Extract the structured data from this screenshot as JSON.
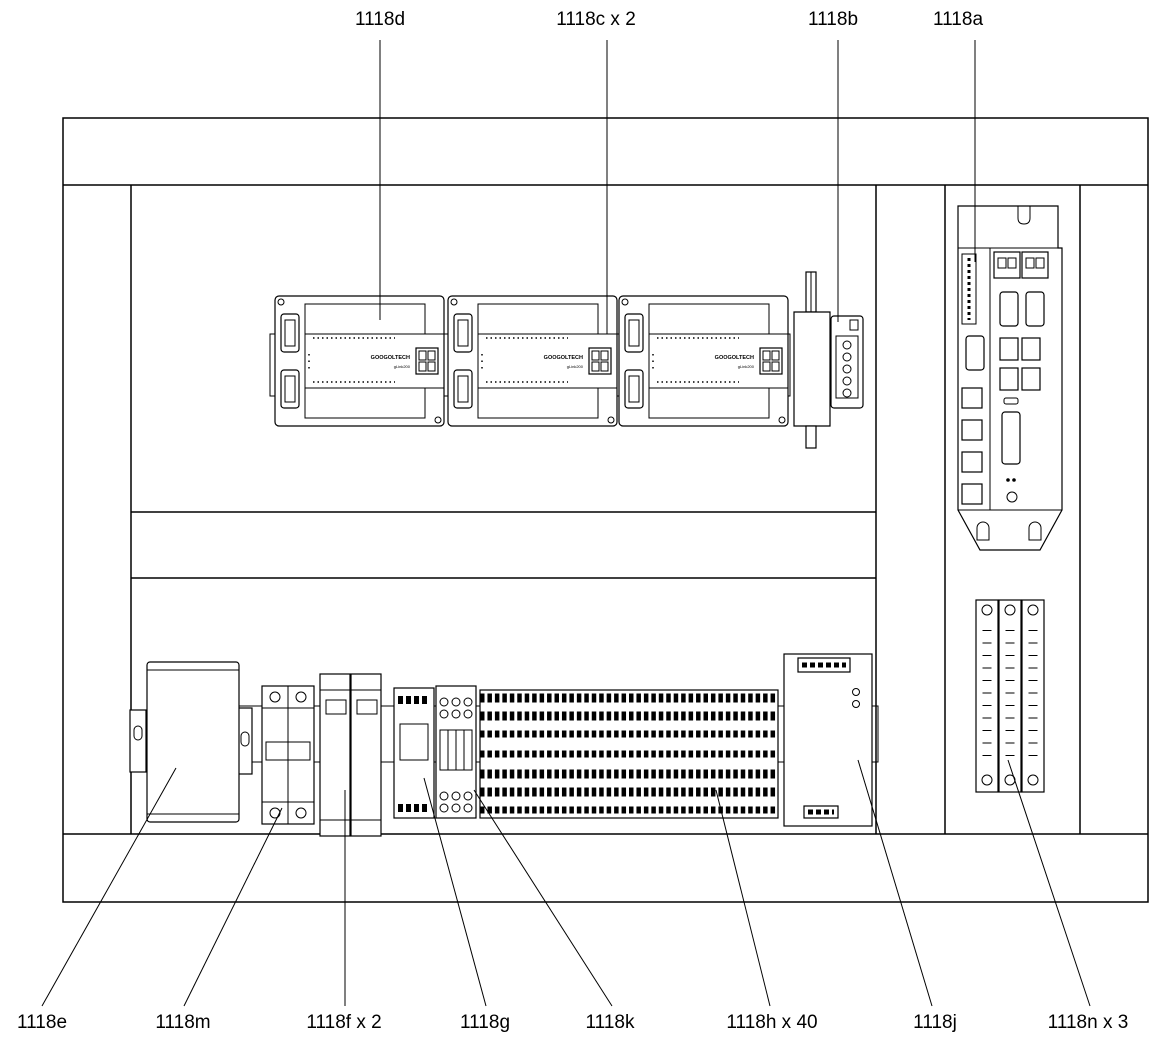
{
  "labels": {
    "top": [
      "1118d",
      "1118c x 2",
      "1118b",
      "1118a"
    ],
    "bottom": [
      "1118e",
      "1118m",
      "1118f x 2",
      "1118g",
      "1118k",
      "1118h x 40",
      "1118j",
      "1118n x 3"
    ]
  },
  "brand_text": "GOOGOLTECH",
  "model_text": "gLink200",
  "colors": {
    "line": "#000000",
    "background": "#ffffff"
  }
}
